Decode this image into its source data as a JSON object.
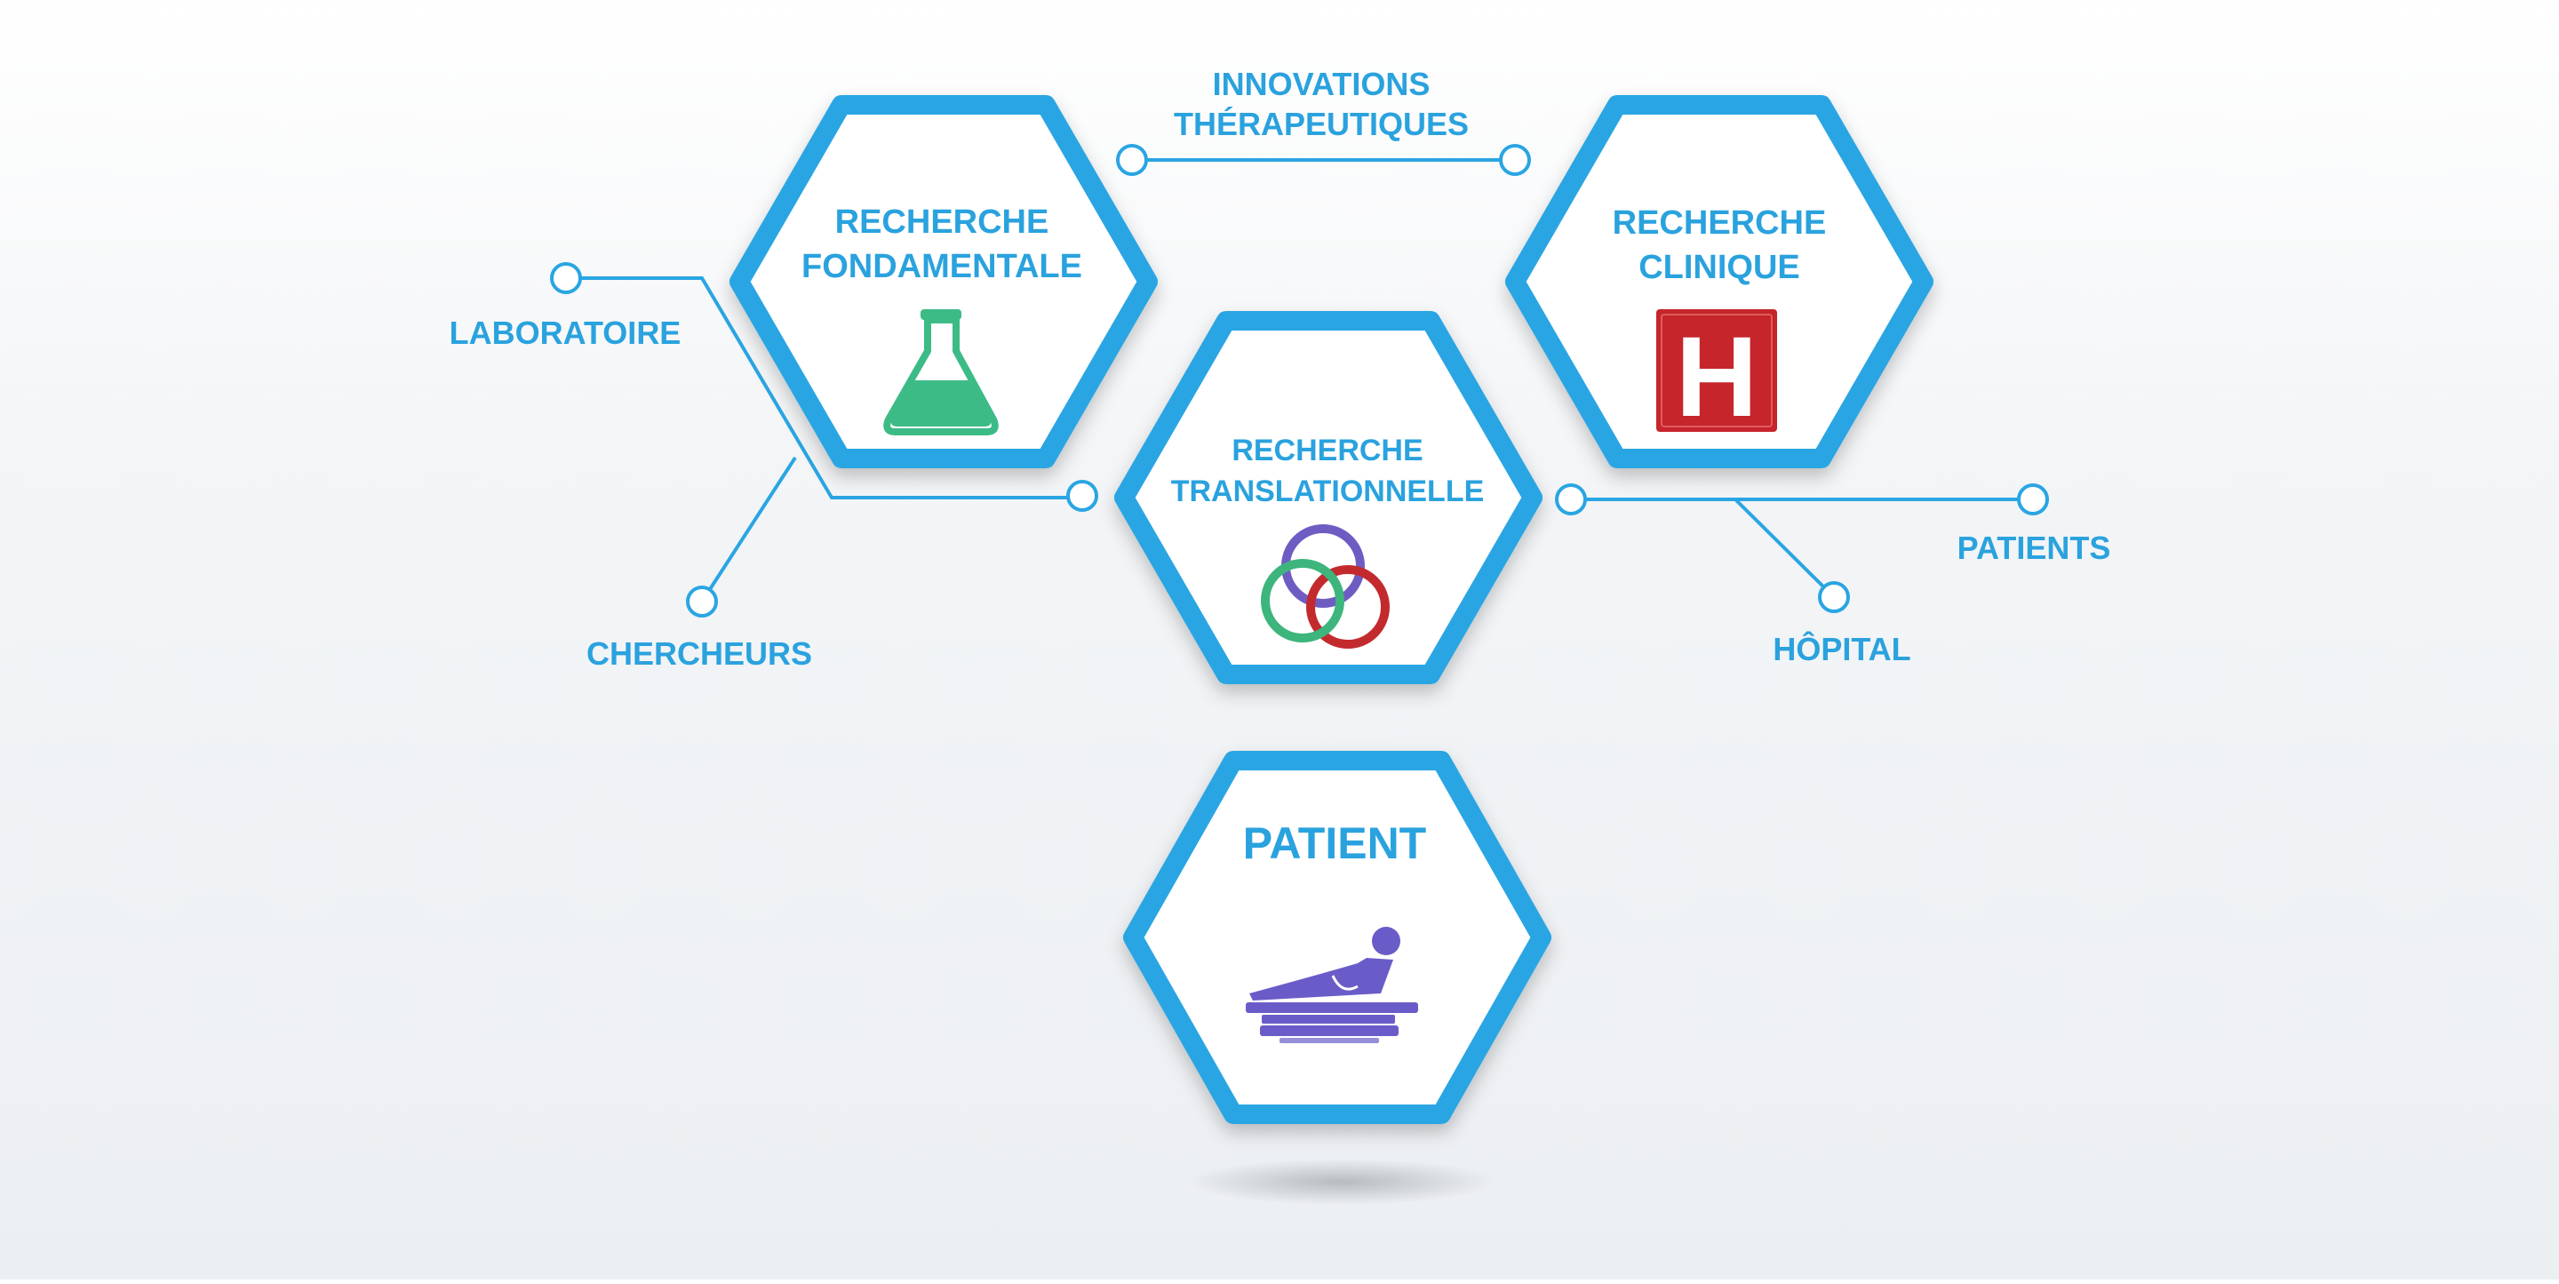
{
  "colors": {
    "accent": "#2aa5e3",
    "label_text": "#2aa2de",
    "hex_fill": "#ffffff",
    "flask_green": "#3dbb87",
    "hospital_red": "#c5252b",
    "ring_purple": "#6f5cc3",
    "ring_green": "#3db57c",
    "ring_red": "#c32a2e",
    "patient_purple": "#6a5cc8"
  },
  "nodes": {
    "fondamentale": {
      "line1": "RECHERCHE",
      "line2": "FONDAMENTALE",
      "icon": "flask-icon"
    },
    "clinique": {
      "line1": "RECHERCHE",
      "line2": "CLINIQUE",
      "icon": "hospital-h-icon"
    },
    "translationnelle": {
      "line1": "RECHERCHE",
      "line2": "TRANSLATIONNELLE",
      "icon": "interlocking-rings-icon"
    },
    "patient": {
      "line1": "PATIENT",
      "icon": "patient-bed-icon"
    }
  },
  "connector_labels": {
    "innovations_line1": "INNOVATIONS",
    "innovations_line2": "THÉRAPEUTIQUES",
    "laboratoire": "LABORATOIRE",
    "chercheurs": "CHERCHEURS",
    "patients": "PATIENTS",
    "hopital": "HÔPITAL"
  },
  "icons": {
    "hospital_letter": "H"
  }
}
